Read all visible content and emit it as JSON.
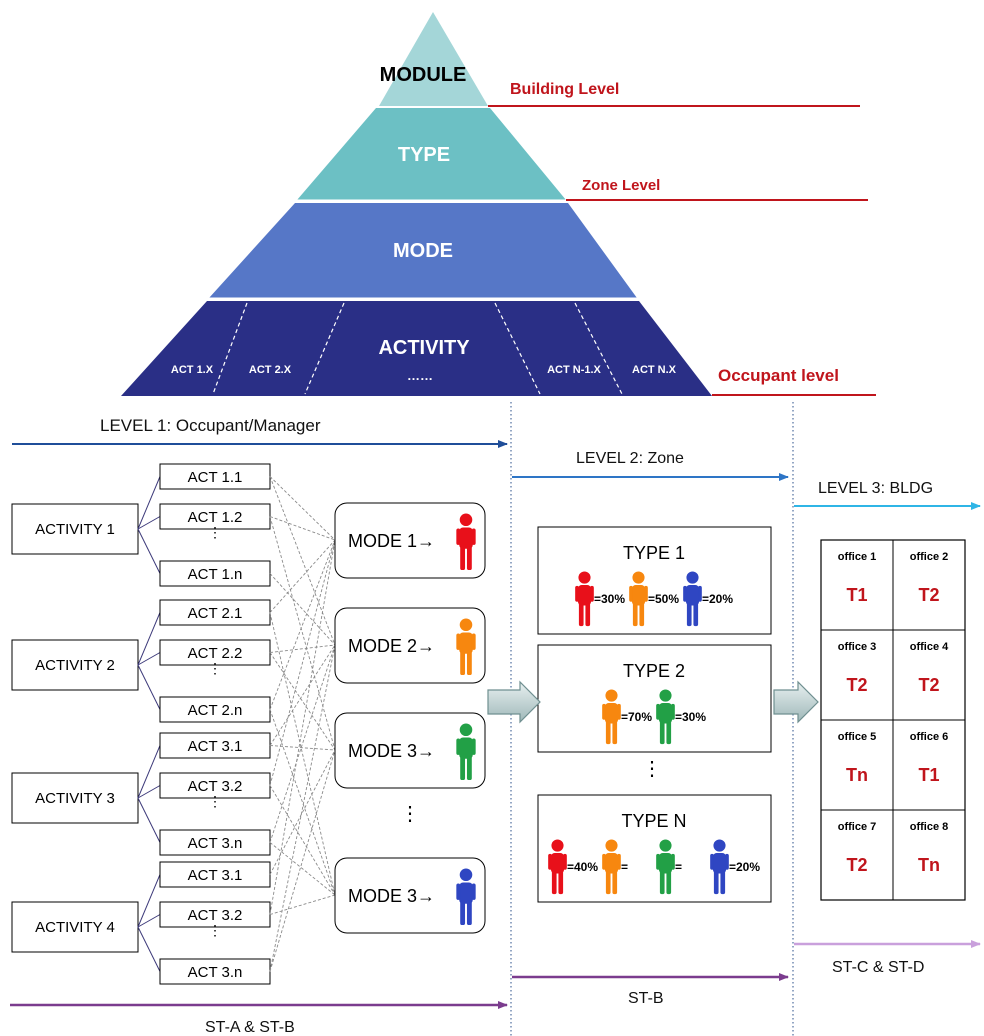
{
  "pyramid": {
    "module": "MODULE",
    "type": "TYPE",
    "mode": "MODE",
    "activity": "ACTIVITY",
    "activity_ellipsis": "……",
    "acts": [
      "ACT 1.X",
      "ACT 2.X",
      "ACT N-1.X",
      "ACT N.X"
    ],
    "levels": {
      "building": "Building Level",
      "zone": "Zone Level",
      "occupant": "Occupant level"
    }
  },
  "levels": {
    "l1": "LEVEL 1: Occupant/Manager",
    "l2": "LEVEL 2: Zone",
    "l3": "LEVEL 3: BLDG"
  },
  "activities": [
    {
      "name": "ACTIVITY 1",
      "acts": [
        "ACT 1.1",
        "ACT 1.2",
        "⋮",
        "ACT 1.n"
      ]
    },
    {
      "name": "ACTIVITY 2",
      "acts": [
        "ACT 2.1",
        "ACT 2.2",
        "⋮",
        "ACT 2.n"
      ]
    },
    {
      "name": "ACTIVITY 3",
      "acts": [
        "ACT 3.1",
        "ACT 3.2",
        "⋮",
        "ACT 3.n"
      ]
    },
    {
      "name": "ACTIVITY 4",
      "acts": [
        "ACT 3.1",
        "ACT 3.2",
        "⋮",
        "ACT 3.n"
      ]
    }
  ],
  "modes": [
    {
      "label": "MODE 1→",
      "color": "#e8101a"
    },
    {
      "label": "MODE 2→",
      "color": "#f7870f"
    },
    {
      "label": "MODE 3→",
      "color": "#22a046"
    },
    {
      "label": "MODE 3→",
      "color": "#2f46c2"
    }
  ],
  "modes_ellipsis": "⋮",
  "types": [
    {
      "title": "TYPE 1",
      "shares": [
        {
          "color": "#e8101a",
          "pct": "=30%"
        },
        {
          "color": "#f7870f",
          "pct": "=50%"
        },
        {
          "color": "#2f46c2",
          "pct": "=20%"
        }
      ]
    },
    {
      "title": "TYPE 2",
      "shares": [
        {
          "color": "#f7870f",
          "pct": "=70%"
        },
        {
          "color": "#22a046",
          "pct": "=30%"
        }
      ]
    },
    {
      "title": "TYPE N",
      "shares": [
        {
          "color": "#e8101a",
          "pct": "=40%"
        },
        {
          "color": "#f7870f",
          "pct": "="
        },
        {
          "color": "#22a046",
          "pct": "="
        },
        {
          "color": "#2f46c2",
          "pct": "=20%"
        }
      ]
    }
  ],
  "types_ellipsis": "⋮",
  "offices": [
    {
      "name": "office 1",
      "type": "T1"
    },
    {
      "name": "office 2",
      "type": "T2"
    },
    {
      "name": "office 3",
      "type": "T2"
    },
    {
      "name": "office 4",
      "type": "T2"
    },
    {
      "name": "office 5",
      "type": "Tn"
    },
    {
      "name": "office 6",
      "type": "T1"
    },
    {
      "name": "office 7",
      "type": "T2"
    },
    {
      "name": "office 8",
      "type": "Tn"
    }
  ],
  "bottom": {
    "stab": "ST-A & ST-B",
    "stb": "ST-B",
    "stcd": "ST-C & ST-D"
  },
  "colors": {
    "pyr_top": "#a4d6d8",
    "pyr_type": "#6cc0c4",
    "pyr_mode": "#5677c7",
    "pyr_activity": "#2a2f86",
    "level_red": "#c0151c",
    "level1_arrow": "#1f4e99",
    "level2_arrow": "#2e75c6",
    "level3_arrow": "#2fb5e6",
    "purple": "#7b3c8e",
    "lilac": "#c9a0dc",
    "office_text": "#c0151c"
  }
}
